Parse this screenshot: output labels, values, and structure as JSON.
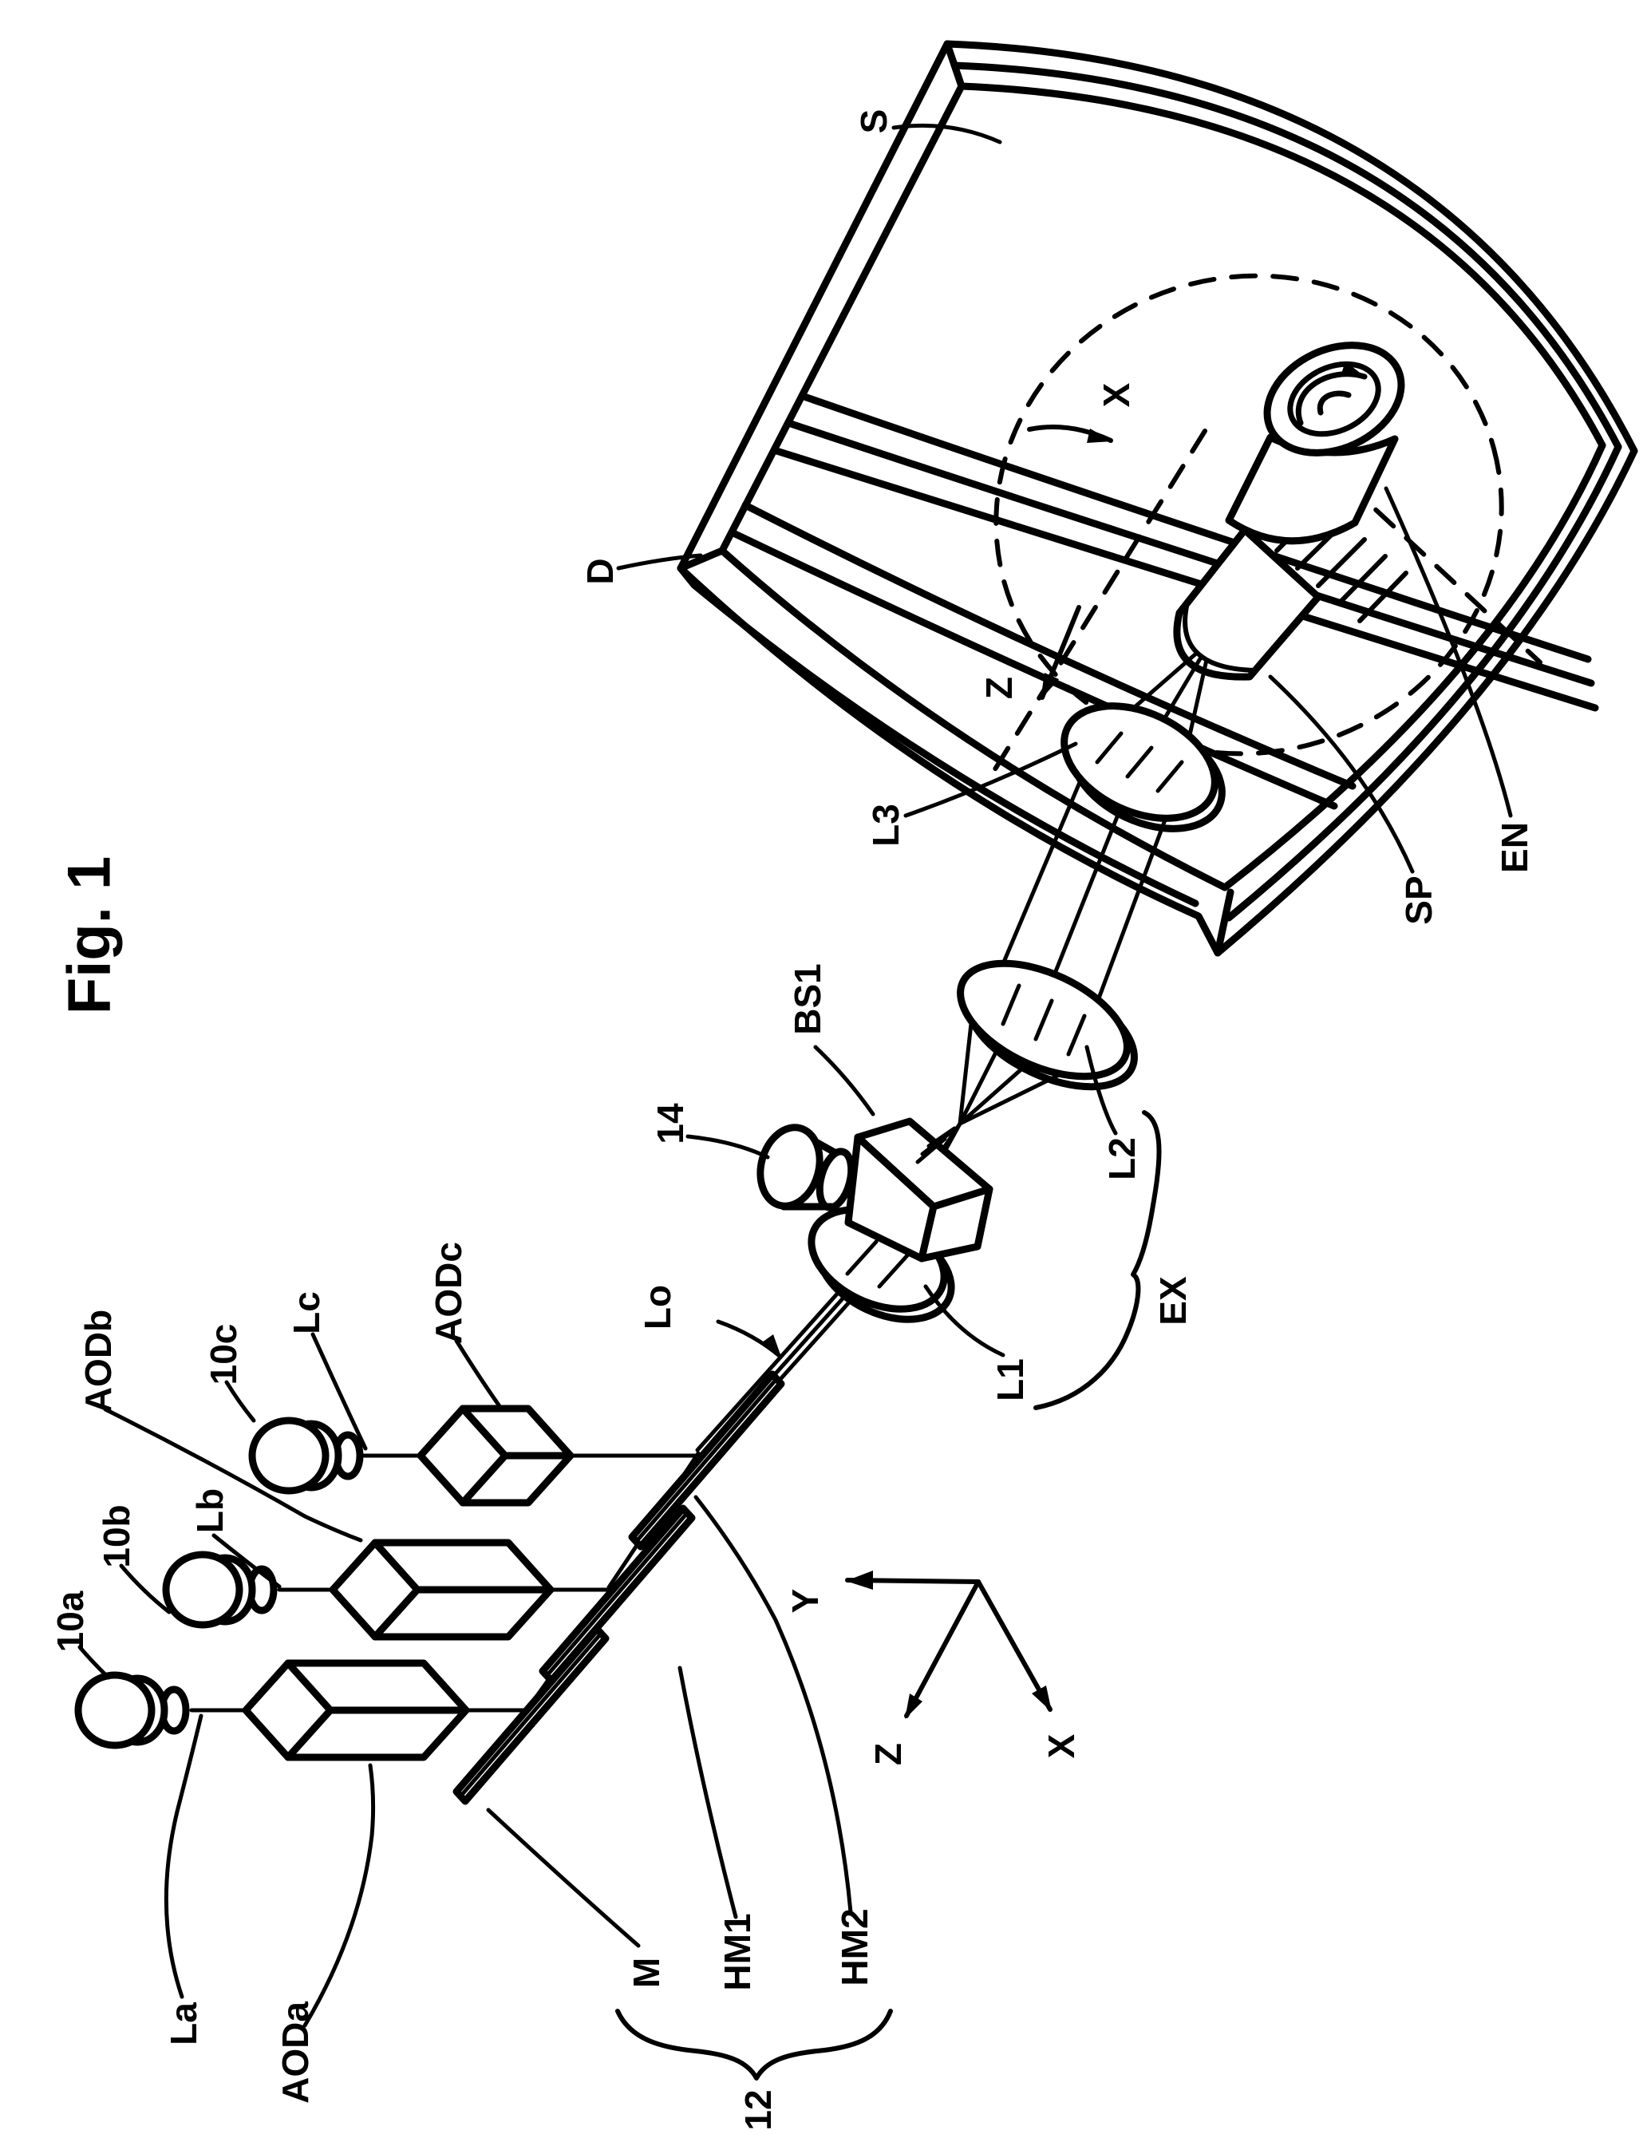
{
  "figure": {
    "title": "Fig. 1",
    "kind": "patent-optical-diagram",
    "ink_color": "#000000",
    "paper_color": "#ffffff"
  },
  "labels": {
    "fig": "Fig. 1",
    "s": "S",
    "d": "D",
    "x_scan": "X",
    "z_scan": "Z",
    "l3": "L3",
    "sp": "SP",
    "en": "EN",
    "bs1": "BS1",
    "det": "14",
    "l2": "L2",
    "ex": "EX",
    "l1": "L1",
    "lo": "Lo",
    "aodc": "AODc",
    "lc": "Lc",
    "laser_c": "10c",
    "aodb": "AODb",
    "lb": "Lb",
    "laser_b": "10b",
    "laser_a": "10a",
    "la": "La",
    "aoda": "AODa",
    "m": "M",
    "hm1": "HM1",
    "hm2": "HM2",
    "unit12": "12",
    "ax_x": "X",
    "ax_y": "Y",
    "ax_z": "Z"
  }
}
